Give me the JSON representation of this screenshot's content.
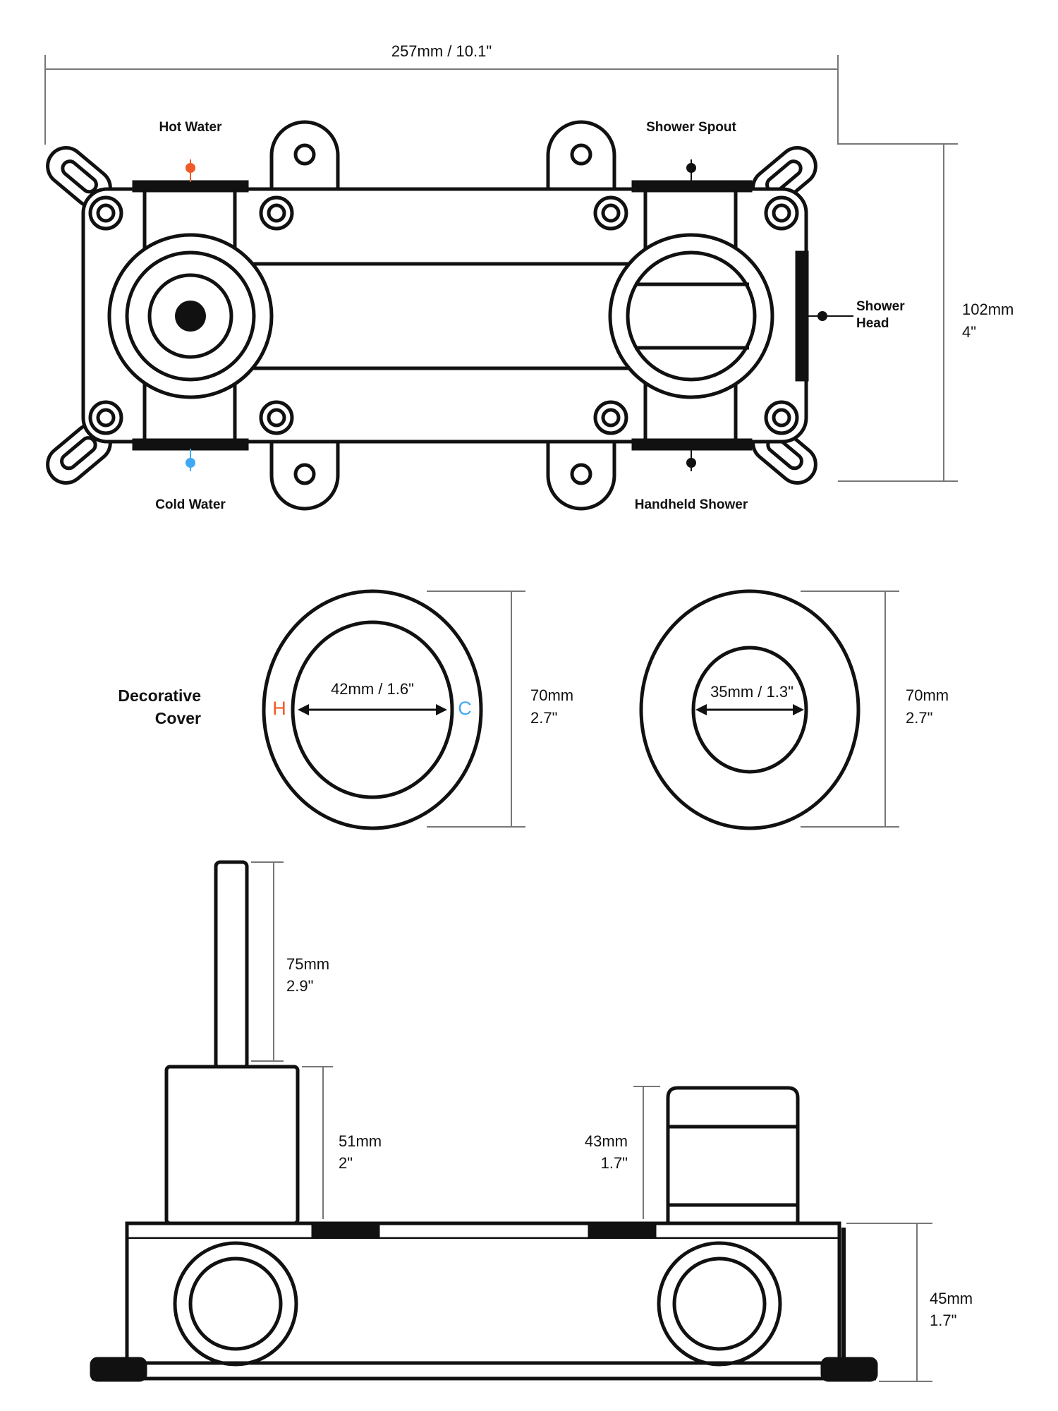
{
  "overall_width": {
    "text": "257mm / 10.1\""
  },
  "body_height": {
    "mm": "102mm",
    "in": "4\""
  },
  "ports": {
    "hot_water": "Hot Water",
    "cold_water": "Cold Water",
    "shower_spout": "Shower Spout",
    "handheld_shower": "Handheld Shower",
    "shower_head_line1": "Shower",
    "shower_head_line2": "Head"
  },
  "cover": {
    "label_line1": "Decorative",
    "label_line2": "Cover",
    "left_inner": "42mm / 1.6\"",
    "left_outer_mm": "70mm",
    "left_outer_in": "2.7\"",
    "hot_mark": "H",
    "cold_mark": "C",
    "right_inner": "35mm / 1.3\"",
    "right_outer_mm": "70mm",
    "right_outer_in": "2.7\""
  },
  "side": {
    "lever_mm": "75mm",
    "lever_in": "2.9\"",
    "handle_mm": "51mm",
    "handle_in": "2\"",
    "knob_mm": "43mm",
    "knob_in": "1.7\"",
    "depth_mm": "45mm",
    "depth_in": "1.7\""
  },
  "colors": {
    "hot": "#F05A28",
    "cold": "#3FA9F5",
    "line": "#111111",
    "dim": "#777777"
  }
}
